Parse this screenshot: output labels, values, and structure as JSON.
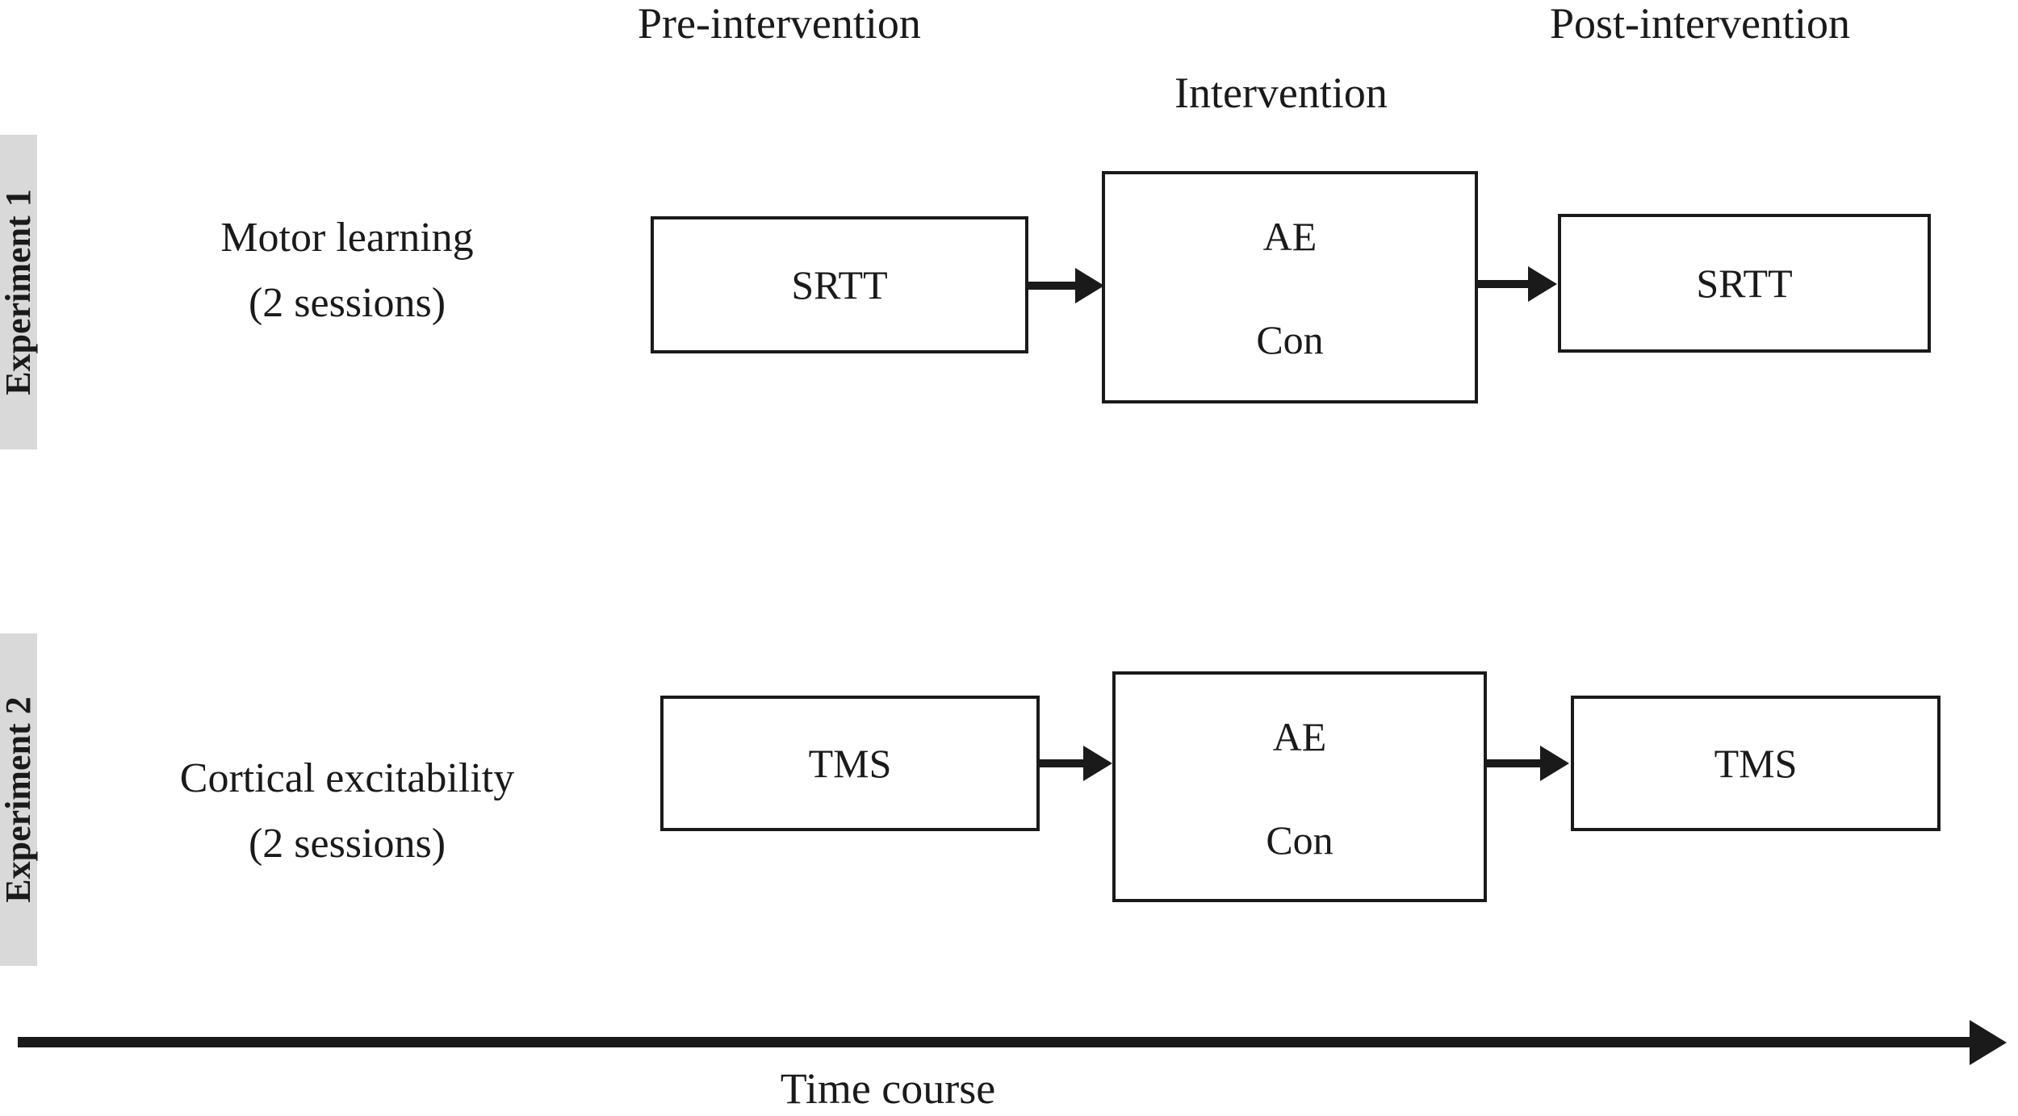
{
  "figure": {
    "kind": "experimental-design-flow-diagram",
    "background_color": "#ffffff",
    "ink_color": "#1a1a1a",
    "band_color": "#d9d9d9"
  },
  "column_headers": {
    "pre": "Pre-intervention",
    "intervention": "Intervention",
    "post": "Post-intervention"
  },
  "rows": [
    {
      "band_label": "Experiment 1",
      "description_title": "Motor learning",
      "description_sub": "(2 sessions)",
      "pre_box": {
        "line1": "SRTT"
      },
      "intervention_box": {
        "line1": "AE",
        "line2": "Con"
      },
      "post_box": {
        "line1": "SRTT"
      }
    },
    {
      "band_label": "Experiment 2",
      "description_title": "Cortical excitability",
      "description_sub": "(2 sessions)",
      "pre_box": {
        "line1": "TMS"
      },
      "intervention_box": {
        "line1": "AE",
        "line2": "Con"
      },
      "post_box": {
        "line1": "TMS"
      }
    }
  ],
  "time_axis": {
    "label": "Time course",
    "direction": "left-to-right"
  }
}
